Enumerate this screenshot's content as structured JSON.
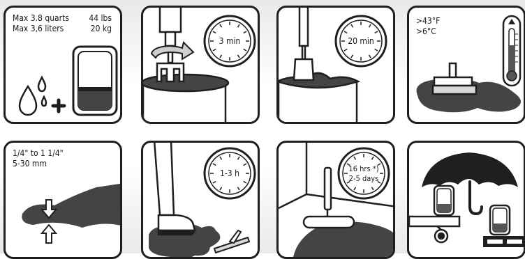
{
  "panels": [
    {
      "id": "mix-ratio",
      "line1_left": "Max 3.8 quarts",
      "line1_right": "44 lbs",
      "line2_left": "Max 3,6 liters",
      "line2_right": "20 kg",
      "plus_sign": "+"
    },
    {
      "id": "mixing-time",
      "clock_label": "3 min"
    },
    {
      "id": "rest-time",
      "clock_label": "20 min"
    },
    {
      "id": "temperature",
      "temp_f": ">43°F",
      "temp_c": ">6°C"
    },
    {
      "id": "layer-thickness",
      "thickness_in": "1/4\" to 1 1/4\"",
      "thickness_mm": "5-30 mm"
    },
    {
      "id": "walkable-time",
      "clock_label": "1-3 h"
    },
    {
      "id": "cure-time",
      "clock_label_1": "16 hrs *)",
      "clock_label_2": "2-5 days"
    },
    {
      "id": "storage",
      "note": ""
    }
  ],
  "colors": {
    "liquid": "#4a4a4a",
    "outline": "#1f1f1f",
    "light_gray": "#d9d9d9"
  }
}
